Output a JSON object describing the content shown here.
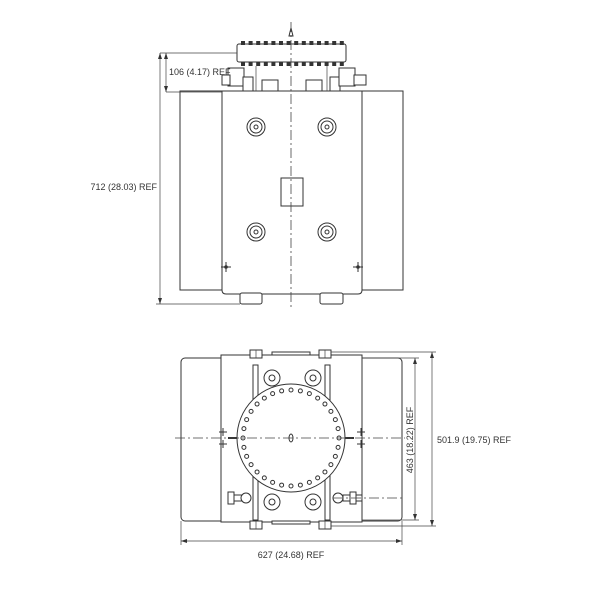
{
  "front_view": {
    "height_top_label": "106 (4.17) REF",
    "height_total_label": "712 (28.03) REF"
  },
  "top_view": {
    "depth_inner_label": "463 (18.22) REF",
    "depth_outer_label": "501.9 (19.75) REF",
    "width_label": "627 (24.68) REF",
    "flange_bolt_count": 32
  }
}
